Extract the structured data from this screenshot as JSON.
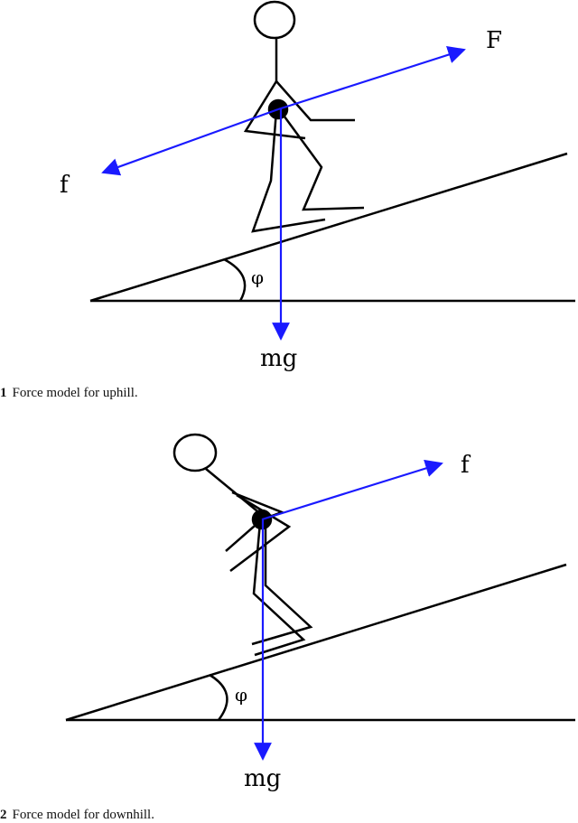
{
  "figures": [
    {
      "labels": {
        "push_force": "F",
        "friction": "f",
        "gravity": "mg",
        "angle": "φ"
      },
      "caption": {
        "number": "1",
        "text": "Force model for uphill."
      }
    },
    {
      "labels": {
        "friction": "f",
        "gravity": "mg",
        "angle": "φ"
      },
      "caption": {
        "number": "2",
        "text": "Force model for downhill."
      }
    }
  ],
  "colors": {
    "force_arrow": "#1a1aff",
    "figure_line": "#000000"
  }
}
